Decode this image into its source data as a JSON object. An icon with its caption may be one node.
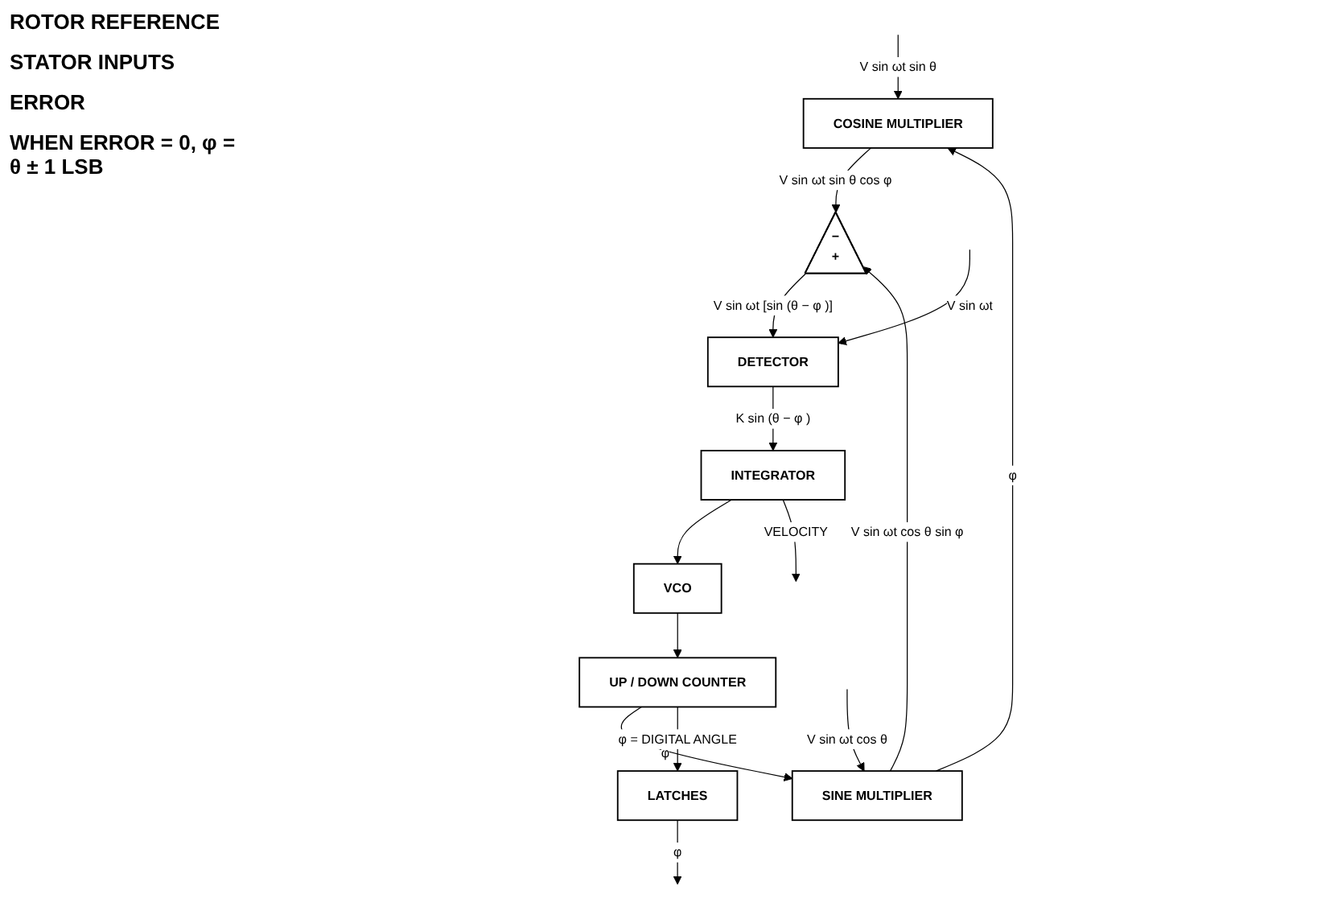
{
  "diagram": {
    "nodes": [
      {
        "text": [
          "COSINE MULTIPLIER"
        ]
      },
      {
        "text": [
          "SINE MULTIPLIER"
        ]
      },
      {
        "text": [
          "−",
          "+"
        ]
      },
      {
        "text": [
          "DETECTOR"
        ]
      },
      {
        "text": [
          "INTEGRATOR"
        ]
      },
      {
        "text": [
          "VCO"
        ]
      },
      {
        "text": [
          "UP / DOWN COUNTER"
        ]
      },
      {
        "text": [
          "LATCHES"
        ]
      }
    ],
    "edges": [
      {
        "from": null,
        "to": 3,
        "arrow": "to",
        "label": "V sin ωt"
      },
      {
        "from": null,
        "to": 0,
        "arrow": "to",
        "label": "V sin ωt sin θ"
      },
      {
        "from": null,
        "to": 1,
        "arrow": "to",
        "label": "V sin ωt cos θ"
      },
      {
        "from": 0,
        "to": 2,
        "arrow": "to",
        "label": "V sin ωt sin θ cos φ"
      },
      {
        "from": 1,
        "to": 2,
        "arrow": "to",
        "label": "V sin ωt cos θ sin φ"
      },
      {
        "from": 2,
        "to": 3,
        "arrow": "to",
        "label": "V sin ωt [sin (θ − φ )]"
      },
      {
        "from": 3,
        "to": 4,
        "arrow": "to",
        "label": "K sin (θ − φ )"
      },
      {
        "from": 4,
        "to": 5,
        "arrow": "to"
      },
      {
        "from": 4,
        "to": null,
        "arrow": "to",
        "label": "VELOCITY"
      },
      {
        "from": 5,
        "to": 6,
        "arrow": "to"
      },
      {
        "from": 6,
        "to": 1,
        "arrow": "to",
        "label": "φ"
      },
      {
        "from": 1,
        "to": 0,
        "arrow": "to",
        "label": "φ"
      },
      {
        "from": 6,
        "to": 7,
        "arrow": "to",
        "label": "φ  = DIGITAL ANGLE"
      },
      {
        "from": 7,
        "to": null,
        "arrow": "to",
        "label": "φ"
      }
    ],
    "labels": [
      "ROTOR REFERENCE",
      "STATOR INPUTS",
      "ERROR",
      "WHEN ERROR = 0, φ  = θ ± 1 LSB"
    ]
  }
}
